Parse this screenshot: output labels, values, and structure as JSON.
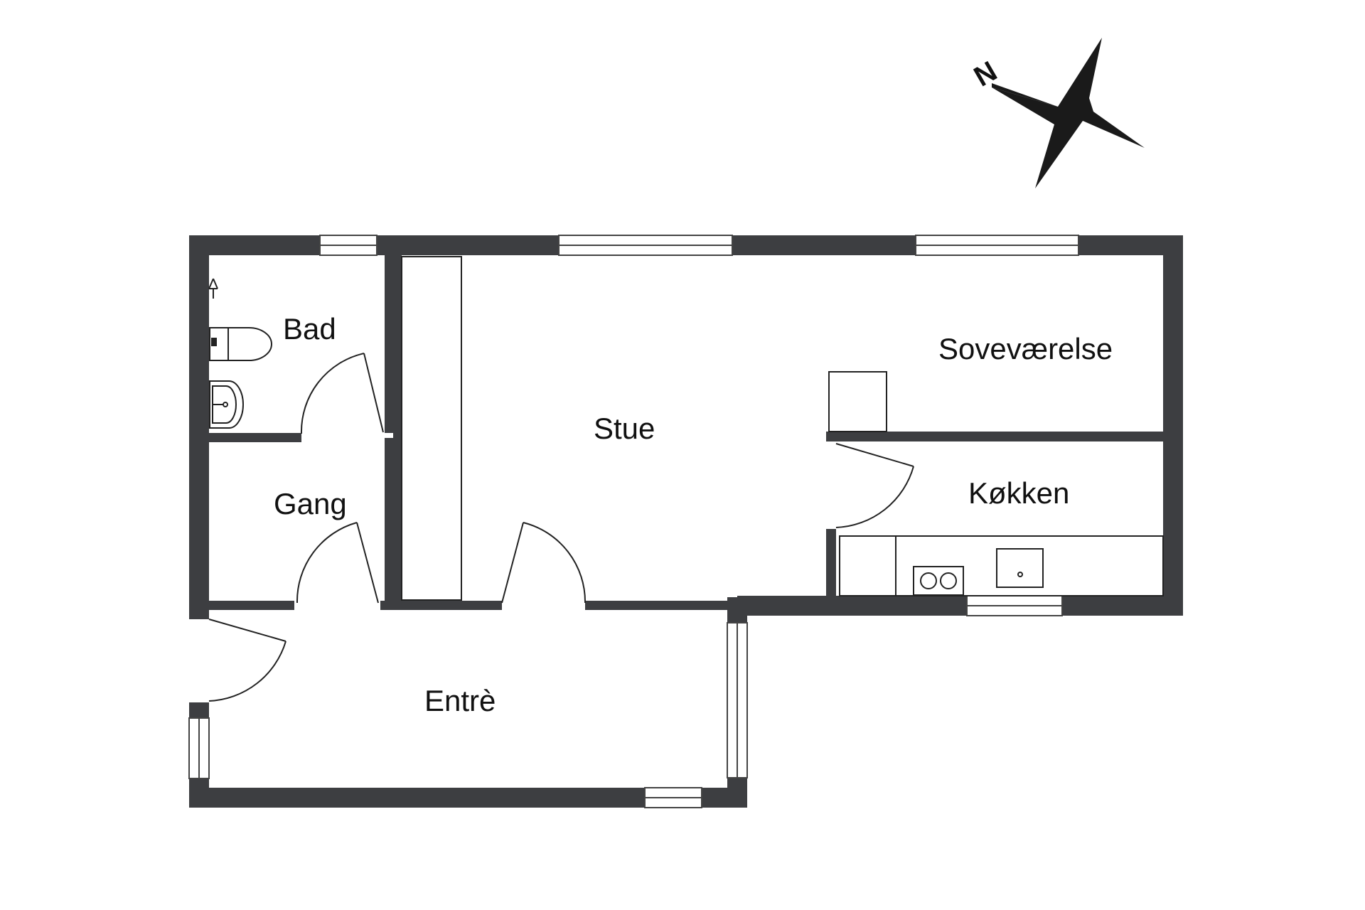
{
  "rooms": {
    "bad": "Bad",
    "gang": "Gang",
    "stue": "Stue",
    "sovevaerelse": "Soveværelse",
    "kokken": "Køkken",
    "entre": "Entrè"
  },
  "compass": {
    "north_letter": "N"
  },
  "colors": {
    "wall": "#3d3e41",
    "line": "#222222",
    "background": "#ffffff"
  }
}
